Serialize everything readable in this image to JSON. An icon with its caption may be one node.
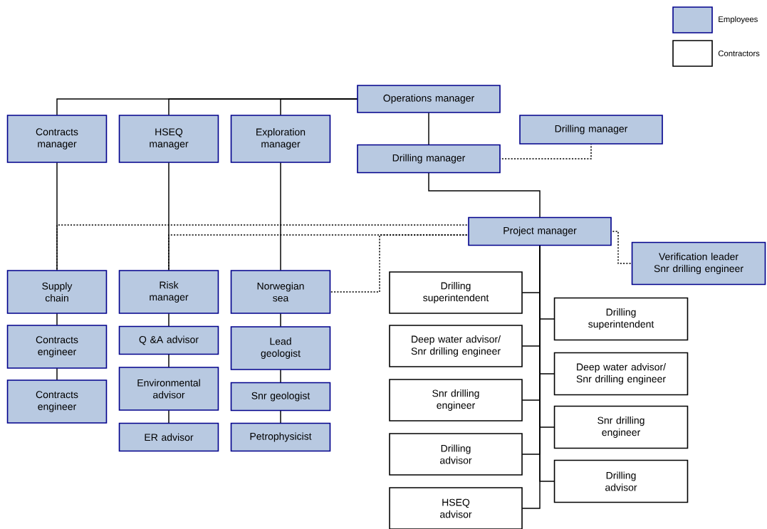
{
  "diagram": {
    "nodes": [
      {
        "text": [
          "Operations manager"
        ]
      },
      {
        "text": [
          "Contracts manager"
        ]
      },
      {
        "text": [
          "HSEQ manager"
        ]
      },
      {
        "text": [
          "Exploration manager"
        ]
      },
      {
        "text": [
          "Drilling manager"
        ]
      },
      {
        "text": [
          "Drilling manager"
        ]
      },
      {
        "text": [
          "Project manager"
        ]
      },
      {
        "text": [
          "Verification leader Snr drilling engineer"
        ]
      },
      {
        "text": [
          "Supply chain"
        ]
      },
      {
        "text": [
          "Contracts engineer"
        ]
      },
      {
        "text": [
          "Contracts engineer"
        ]
      },
      {
        "text": [
          "Risk manager"
        ]
      },
      {
        "text": [
          "Q &A advisor"
        ]
      },
      {
        "text": [
          "Environmental advisor"
        ]
      },
      {
        "text": [
          "ER advisor"
        ]
      },
      {
        "text": [
          "Norwegian sea"
        ]
      },
      {
        "text": [
          "Lead geologist"
        ]
      },
      {
        "text": [
          "Snr geologist"
        ]
      },
      {
        "text": [
          "Petrophysicist"
        ]
      },
      {
        "text": [
          "Drilling superintendent"
        ]
      },
      {
        "text": [
          "Deep water advisor/ Snr drilling engineer"
        ]
      },
      {
        "text": [
          "Snr drilling engineer"
        ]
      },
      {
        "text": [
          "Drilling advisor"
        ]
      },
      {
        "text": [
          "HSEQ advisor"
        ]
      },
      {
        "text": [
          "Drilling superintendent"
        ]
      },
      {
        "text": [
          "Deep water advisor/ Snr drilling engineer"
        ]
      },
      {
        "text": [
          "Snr drilling engineer"
        ]
      },
      {
        "text": [
          "Drilling advisor"
        ]
      }
    ],
    "edges": [
      {
        "from": 0,
        "to": 1,
        "arrow": "none"
      },
      {
        "from": 0,
        "to": 2,
        "arrow": "none"
      },
      {
        "from": 0,
        "to": 3,
        "arrow": "none"
      },
      {
        "from": 0,
        "to": 5,
        "arrow": "none"
      },
      {
        "from": 5,
        "to": 6,
        "arrow": "none"
      },
      {
        "from": 5,
        "to": 4,
        "arrow": "none",
        "style": "dashed"
      },
      {
        "from": 6,
        "to": 7,
        "arrow": "none",
        "style": "dashed"
      },
      {
        "from": 6,
        "to": 8,
        "arrow": "none",
        "style": "dashed"
      },
      {
        "from": 6,
        "to": 11,
        "arrow": "none",
        "style": "dashed"
      },
      {
        "from": 6,
        "to": 15,
        "arrow": "none",
        "style": "dashed"
      },
      {
        "from": 1,
        "to": 8,
        "arrow": "none"
      },
      {
        "from": 2,
        "to": 11,
        "arrow": "none"
      },
      {
        "from": 3,
        "to": 15,
        "arrow": "none"
      },
      {
        "from": 8,
        "to": 9,
        "arrow": "none"
      },
      {
        "from": 9,
        "to": 10,
        "arrow": "none"
      },
      {
        "from": 11,
        "to": 12,
        "arrow": "none"
      },
      {
        "from": 12,
        "to": 13,
        "arrow": "none"
      },
      {
        "from": 13,
        "to": 14,
        "arrow": "none"
      },
      {
        "from": 15,
        "to": 16,
        "arrow": "none"
      },
      {
        "from": 16,
        "to": 17,
        "arrow": "none"
      },
      {
        "from": 17,
        "to": 18,
        "arrow": "none"
      },
      {
        "from": 6,
        "to": 19,
        "arrow": "none"
      },
      {
        "from": 6,
        "to": 20,
        "arrow": "none"
      },
      {
        "from": 6,
        "to": 21,
        "arrow": "none"
      },
      {
        "from": 6,
        "to": 22,
        "arrow": "none"
      },
      {
        "from": 6,
        "to": 23,
        "arrow": "none"
      },
      {
        "from": 6,
        "to": 24,
        "arrow": "none"
      },
      {
        "from": 6,
        "to": 25,
        "arrow": "none"
      },
      {
        "from": 6,
        "to": 26,
        "arrow": "none"
      },
      {
        "from": 6,
        "to": 27,
        "arrow": "none"
      }
    ],
    "legend": [
      {
        "text": "Employees",
        "color": "#b8c9e1"
      },
      {
        "text": "Contractors"
      }
    ]
  }
}
